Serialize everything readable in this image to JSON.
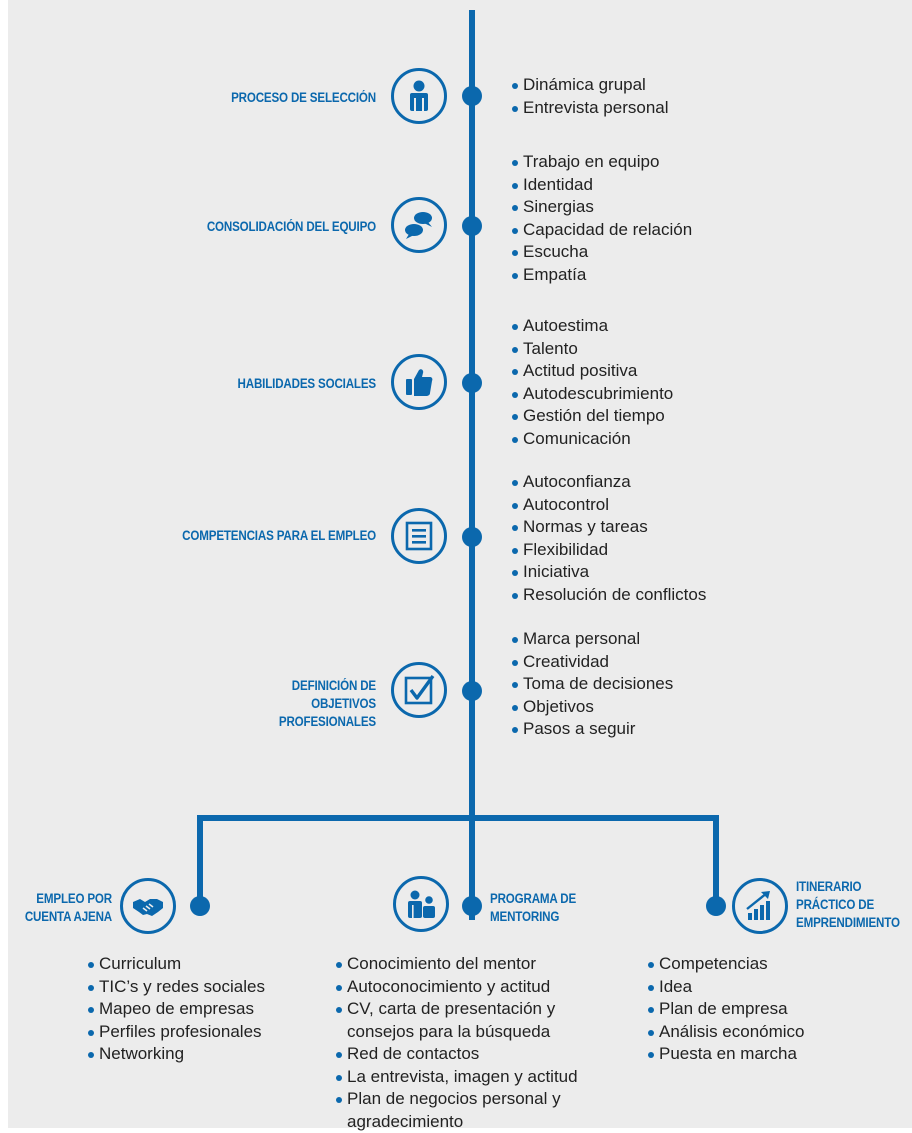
{
  "colors": {
    "accent": "#0b68ad",
    "background": "#ececec",
    "text": "#222222"
  },
  "stages": [
    {
      "title": [
        "PROCESO DE SELECCIÓN"
      ],
      "icon": "person-icon",
      "items": [
        "Dinámica grupal",
        "Entrevista personal"
      ]
    },
    {
      "title": [
        "CONSOLIDACIÓN DEL EQUIPO"
      ],
      "icon": "speech-bubbles-icon",
      "items": [
        "Trabajo en equipo",
        "Identidad",
        "Sinergias",
        "Capacidad de relación",
        "Escucha",
        "Empatía"
      ]
    },
    {
      "title": [
        "HABILIDADES SOCIALES"
      ],
      "icon": "thumbs-up-icon",
      "items": [
        "Autoestima",
        "Talento",
        "Actitud positiva",
        "Autodescubrimiento",
        "Gestión del tiempo",
        "Comunicación"
      ]
    },
    {
      "title": [
        "COMPETENCIAS PARA EL EMPLEO"
      ],
      "icon": "document-icon",
      "items": [
        "Autoconfianza",
        "Autocontrol",
        "Normas y tareas",
        "Flexibilidad",
        "Iniciativa",
        "Resolución de conflictos"
      ]
    },
    {
      "title": [
        "DEFINICIÓN DE",
        "OBJETIVOS",
        "PROFESIONALES"
      ],
      "icon": "checkbox-icon",
      "items": [
        "Marca personal",
        "Creatividad",
        "Toma de decisiones",
        "Objetivos",
        "Pasos a seguir"
      ]
    }
  ],
  "branches": [
    {
      "title": [
        "EMPLEO POR",
        "CUENTA AJENA"
      ],
      "icon": "handshake-icon",
      "items": [
        "Curriculum",
        "TIC’s y redes sociales",
        "Mapeo de empresas",
        "Perfiles profesionales",
        "Networking"
      ]
    },
    {
      "title": [
        "PROGRAMA DE",
        "MENTORING"
      ],
      "icon": "mentoring-icon",
      "items": [
        "Conocimiento del mentor",
        "Autoconocimiento y actitud",
        "CV, carta de presentación y",
        "consejos para la búsqueda",
        "Red de contactos",
        "La entrevista, imagen y actitud",
        "Plan de negocios personal y",
        "agradecimiento"
      ]
    },
    {
      "title": [
        "ITINERARIO",
        "PRÁCTICO DE",
        "EMPRENDIMIENTO"
      ],
      "icon": "growth-chart-icon",
      "items": [
        "Competencias",
        "Idea",
        "Plan de empresa",
        "Análisis económico",
        "Puesta en marcha"
      ]
    }
  ]
}
